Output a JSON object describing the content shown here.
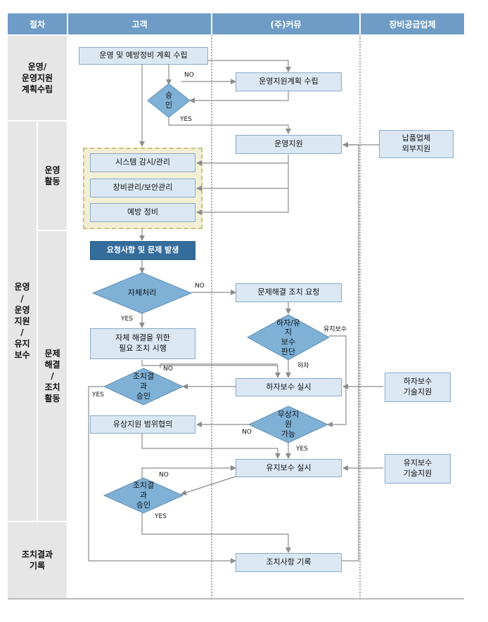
{
  "headers": [
    "절차",
    "고객",
    "(주)커뮤",
    "장비공급업체"
  ],
  "side": {
    "plan": "운영/\n운영지원\n계획수립",
    "ops": "운영\n/\n운영\n지원\n/\n유지\n보수",
    "activity": "운영\n활동",
    "problem": "문제\n해결\n/\n조치\n활동",
    "record": "조치결과\n기록"
  },
  "boxes": {
    "plan_customer": "운영 및 예방정비 계획 수립",
    "plan_kmu": "운영지원계획 수립",
    "support": "운영지원",
    "vendor_support": "납품업체\n외부지원",
    "monitor": "시스템 감시/관리",
    "equip": "장비관리/보안관리",
    "prevent": "예방 정비",
    "request": "요청사항 및 문제 발생",
    "resolve_request": "문제해결 조치 요청",
    "self_action": "자체 해결을 위한\n필요 조치 시행",
    "defect_repair": "하자보수 실시",
    "defect_tech": "하자보수\n기술지원",
    "paid_scope": "유상지원 범위협의",
    "maint_repair": "유지보수 실시",
    "maint_tech": "유지보수\n기술지원",
    "record": "조치사항 기록"
  },
  "diamonds": {
    "approve": "승\n인",
    "self_handle": "자체처리",
    "defect_judge": "하자/유\n지\n보수\n판단",
    "action_approve1": "조치결\n과\n승인",
    "paid_possible": "무상지\n원\n가능",
    "action_approve2": "조치결\n과\n승인"
  },
  "labels": {
    "no": "NO",
    "yes": "YES",
    "maint": "유지보수",
    "defect": "하자"
  }
}
